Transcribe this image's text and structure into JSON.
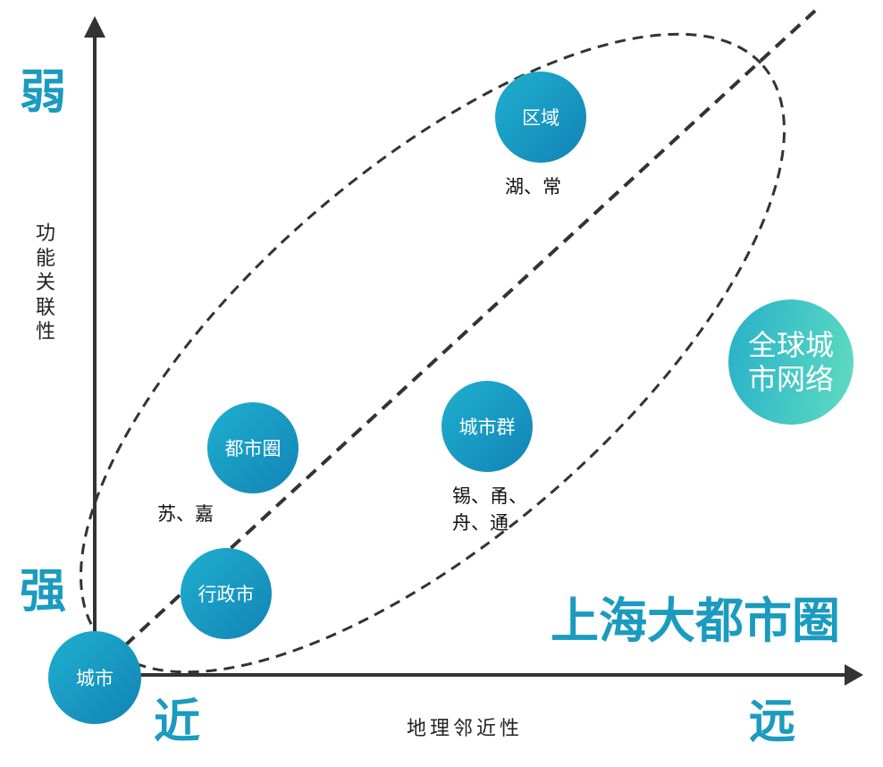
{
  "axes": {
    "y_top": "弱",
    "y_bottom": "强",
    "y_label": "功能关联性",
    "x_left": "近",
    "x_right": "远",
    "x_label": "地理邻近性"
  },
  "title": "上海大都市圈",
  "nodes": {
    "city": "城市",
    "admin_city": "行政市",
    "metro_area": "都市圈",
    "city_cluster": "城市群",
    "region": "区域",
    "global_network": "全球城市网络"
  },
  "city_labels": {
    "metro_area": "苏、嘉",
    "city_cluster_line1": "锡、甬、",
    "city_cluster_line2": "舟、通",
    "region": "湖、常"
  },
  "colors": {
    "accent": "#1a9bbf",
    "node_dark": "#1283b6",
    "node_light": "#1fb0cf",
    "global_end": "#5fdcc0",
    "axis": "#333333"
  }
}
